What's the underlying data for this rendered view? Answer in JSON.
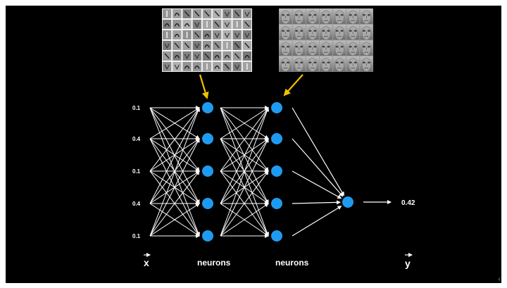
{
  "slide": {
    "background": "#000000",
    "page_number": "4"
  },
  "diagram": {
    "node_color": "#1E9BF0",
    "edge_color": "#ffffff",
    "callout_arrow_color": "#F2C200",
    "inputs": [
      "0.1",
      "0.4",
      "0.1",
      "0.4",
      "0.1"
    ],
    "hidden_layer_1_nodes": 5,
    "hidden_layer_2_nodes": 5,
    "output_nodes": 1,
    "output_value": "0.42",
    "labels": {
      "input_vector": "x",
      "hidden_1": "neurons",
      "hidden_2": "neurons",
      "output_vector": "y"
    },
    "feature_images": [
      {
        "name": "edge-feature-filters",
        "description_icon": "edge-filters-image"
      },
      {
        "name": "face-feature-filters",
        "description_icon": "face-filters-image"
      }
    ]
  }
}
